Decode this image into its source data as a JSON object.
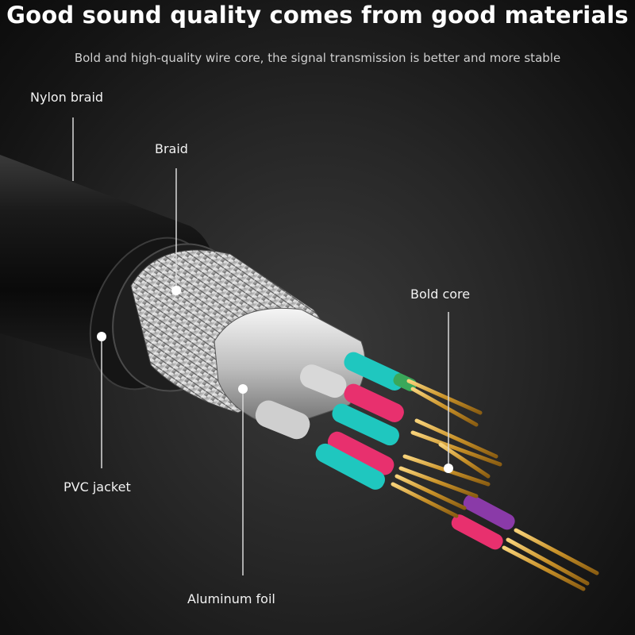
{
  "header": {
    "title": "Good sound quality comes from good materials",
    "subtitle": "Bold and high-quality wire core, the signal transmission is better and more stable"
  },
  "callouts": {
    "nylon_braid": "Nylon braid",
    "braid": "Braid",
    "bold_core": "Bold core",
    "pvc_jacket": "PVC jacket",
    "aluminum_foil": "Aluminum foil"
  },
  "colors": {
    "wire_cyan": "#1fc7bf",
    "wire_pink": "#e8306e",
    "wire_purple": "#8a3aa8",
    "wire_green": "#3aa85a",
    "gold": "#d9a93a",
    "jacket": "#101010"
  }
}
